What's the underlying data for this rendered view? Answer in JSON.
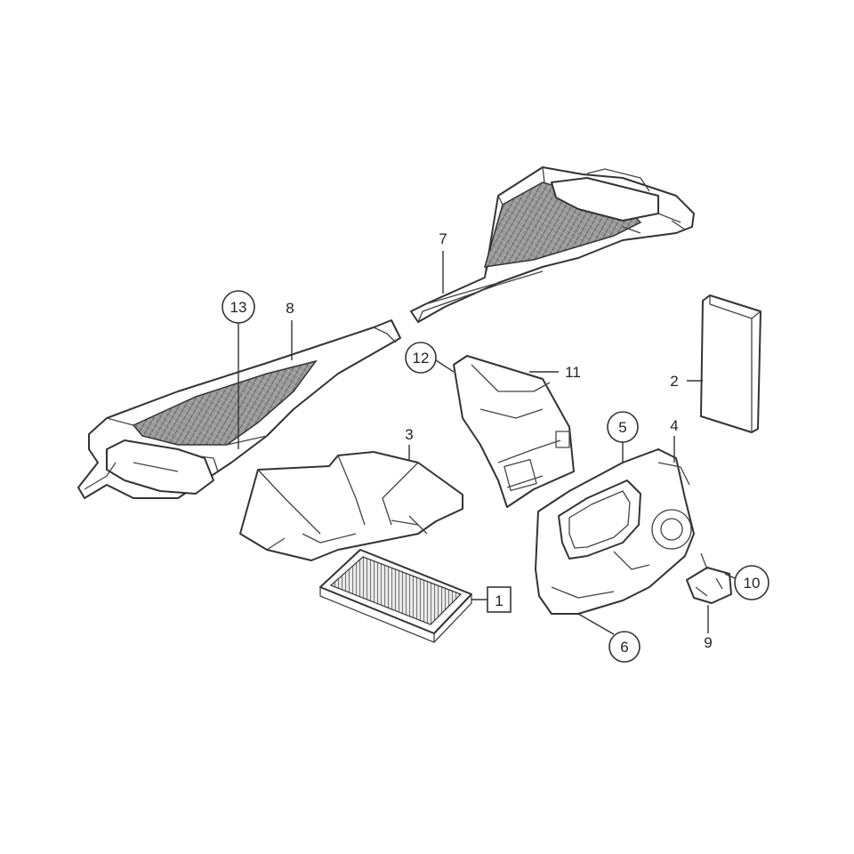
{
  "diagram": {
    "callouts": [
      {
        "id": "1",
        "style": "boxed"
      },
      {
        "id": "2",
        "style": "plain"
      },
      {
        "id": "3",
        "style": "plain"
      },
      {
        "id": "4",
        "style": "plain"
      },
      {
        "id": "5",
        "style": "circled"
      },
      {
        "id": "6",
        "style": "circled"
      },
      {
        "id": "7",
        "style": "plain"
      },
      {
        "id": "8",
        "style": "plain"
      },
      {
        "id": "9",
        "style": "plain"
      },
      {
        "id": "10",
        "style": "circled"
      },
      {
        "id": "11",
        "style": "plain"
      },
      {
        "id": "12",
        "style": "circled"
      },
      {
        "id": "13",
        "style": "circled"
      }
    ]
  }
}
